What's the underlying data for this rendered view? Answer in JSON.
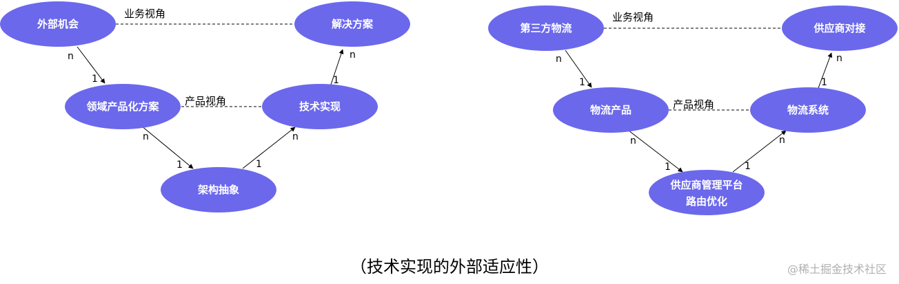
{
  "colors": {
    "node_fill": "#6b68ec",
    "node_text": "#ffffff",
    "line": "#000000"
  },
  "left_diagram": {
    "nodes": {
      "external_opportunity": "外部机会",
      "solution": "解决方案",
      "domain_product_solution": "领域产品化方案",
      "tech_implementation": "技术实现",
      "architecture_abstraction": "架构抽象"
    },
    "view_labels": {
      "business": "业务视角",
      "product": "产品视角"
    },
    "edge_labels": {
      "e1_src": "n",
      "e1_dst": "1",
      "e2_src": "n",
      "e2_dst": "1",
      "e3_src": "1",
      "e3_dst": "n",
      "e4_src": "1",
      "e4_dst": "n"
    }
  },
  "right_diagram": {
    "nodes": {
      "third_party_logistics": "第三方物流",
      "supplier_integration": "供应商对接",
      "logistics_product": "物流产品",
      "logistics_system": "物流系统",
      "supplier_platform_line1": "供应商管理平台",
      "supplier_platform_line2": "路由优化"
    },
    "view_labels": {
      "business": "业务视角",
      "product": "产品视角"
    },
    "edge_labels": {
      "e1_src": "n",
      "e1_dst": "1",
      "e2_src": "n",
      "e2_dst": "1",
      "e3_src": "1",
      "e3_dst": "n",
      "e4_src": "1",
      "e4_dst": "n"
    }
  },
  "caption": "（技术实现的外部适应性）",
  "watermark": "@稀土掘金技术社区"
}
